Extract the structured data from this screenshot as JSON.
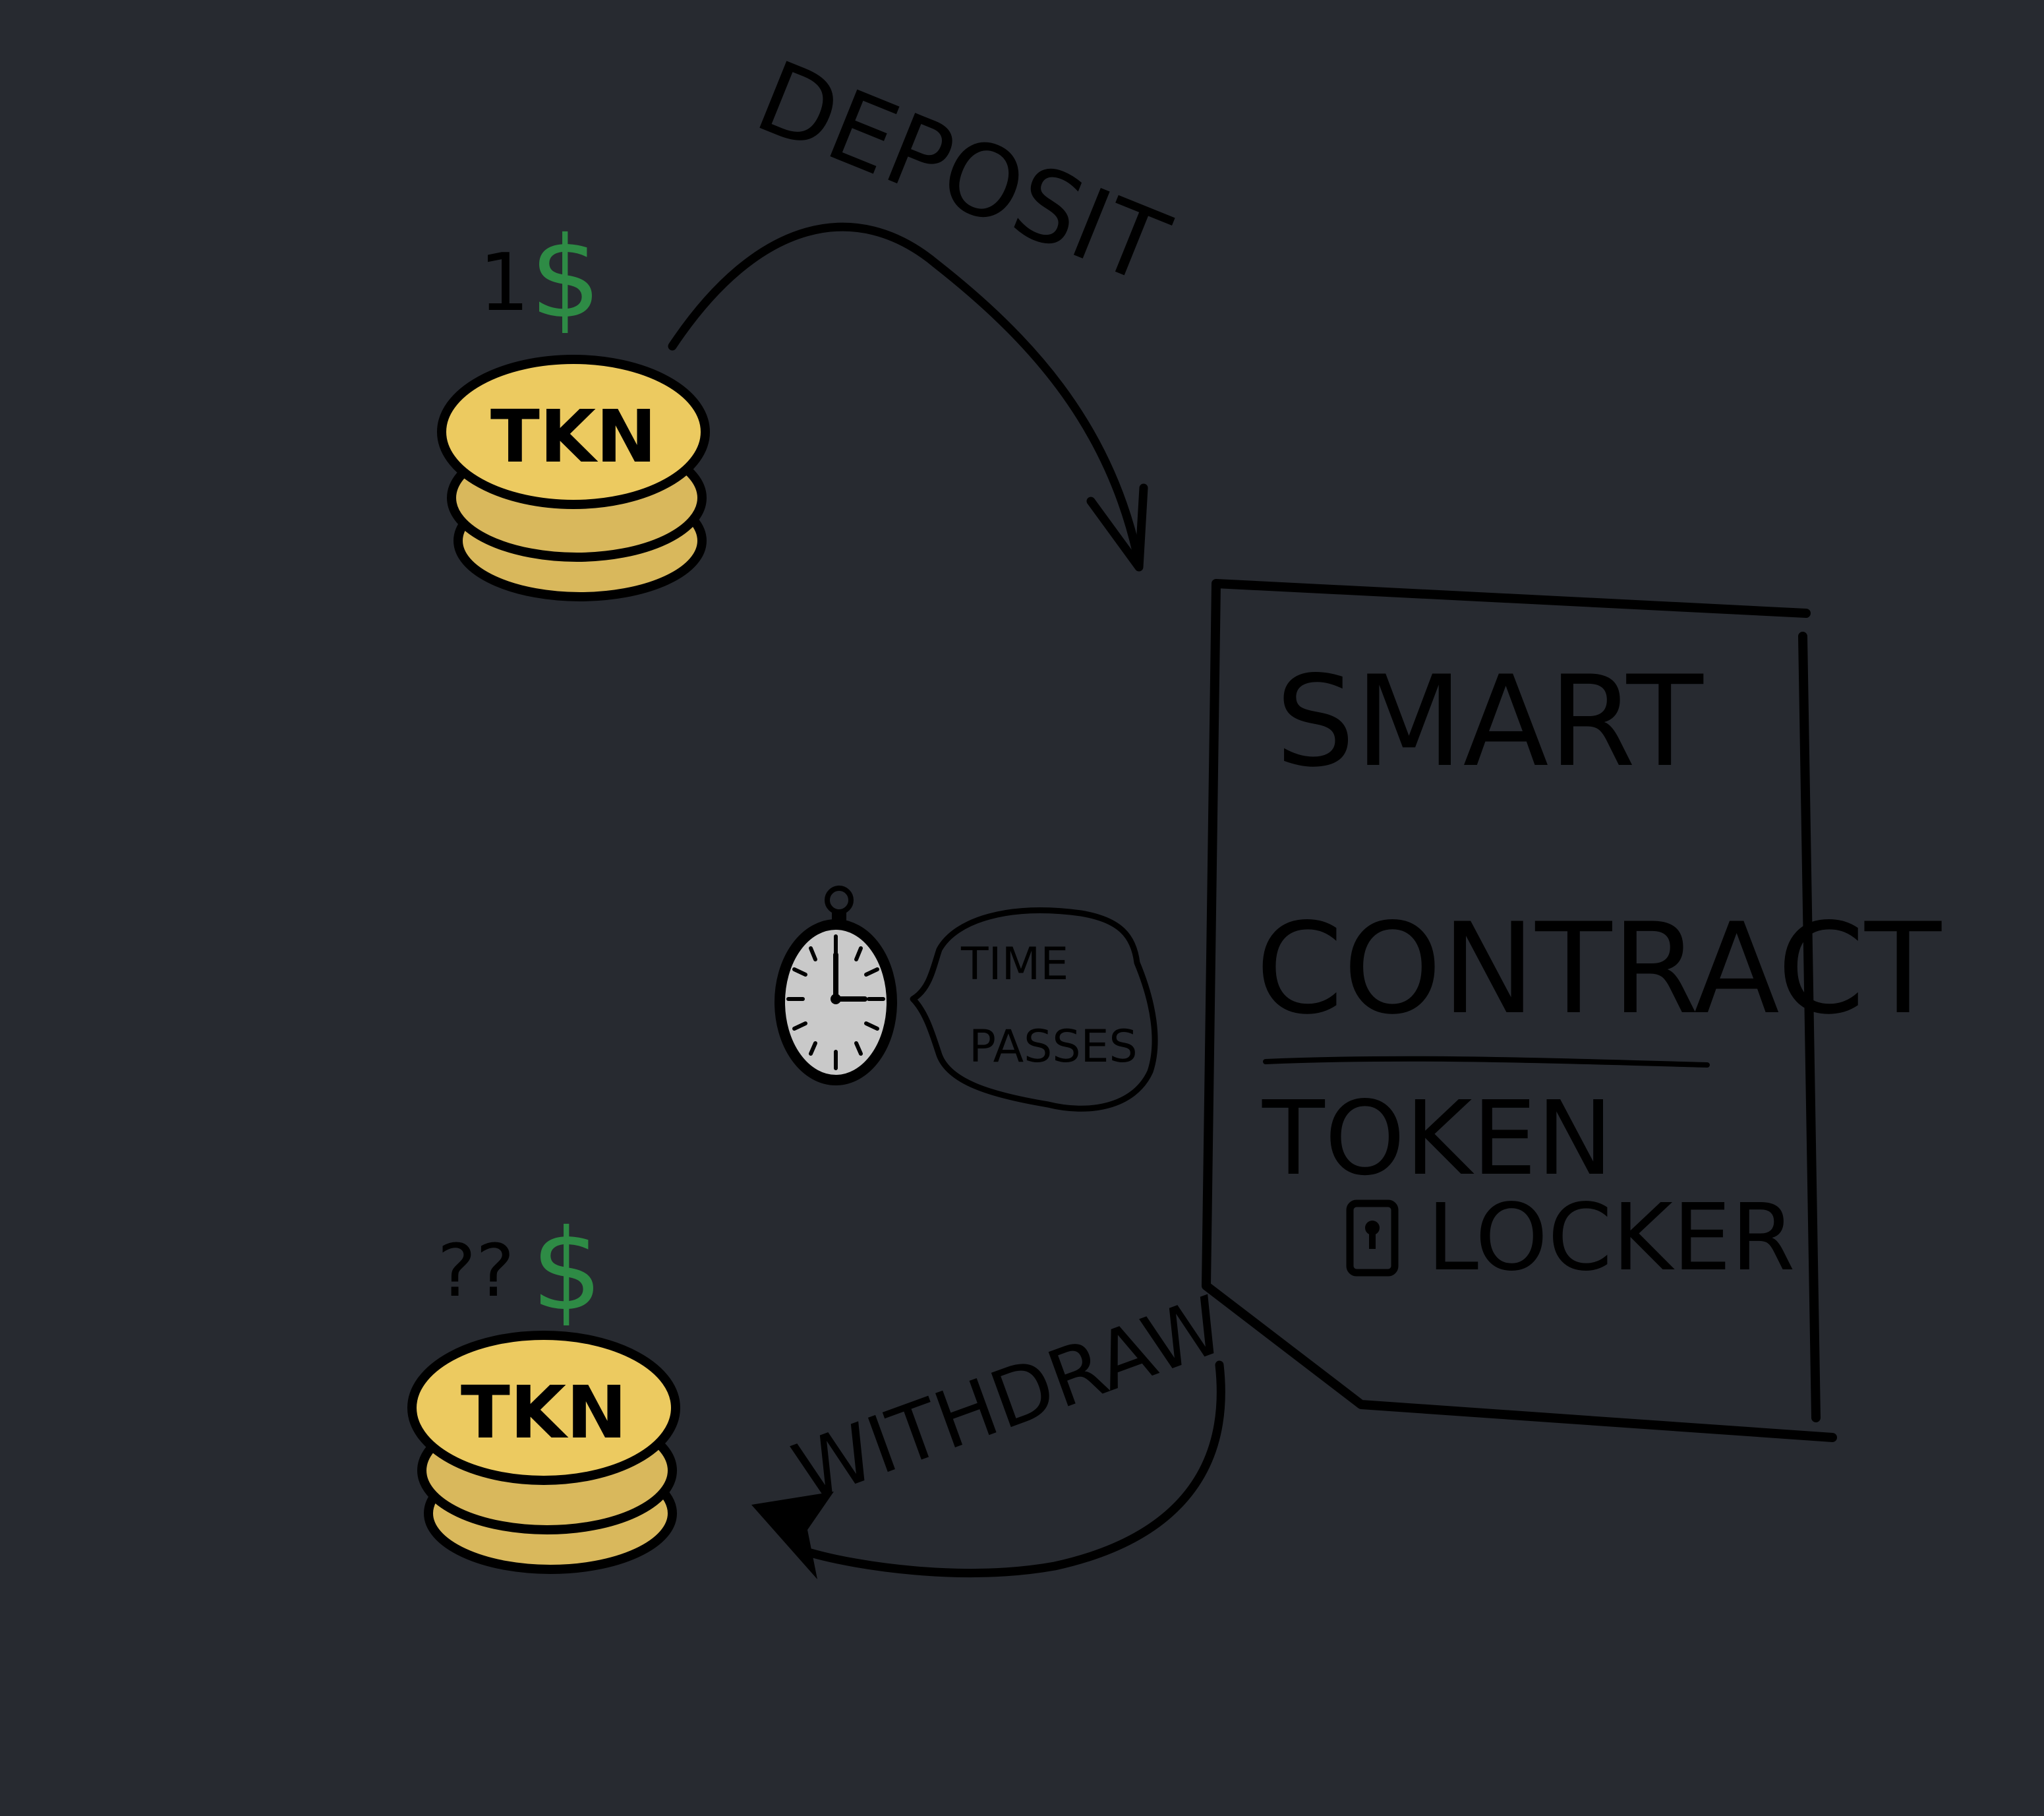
{
  "arrows": {
    "deposit_label": "DEPOSIT",
    "withdraw_label": "WITHDRAW"
  },
  "coins": {
    "top": {
      "label": "TKN",
      "price_amount": "1",
      "price_currency": "$"
    },
    "bottom": {
      "label": "TKN",
      "price_amount": "??",
      "price_currency": "$"
    }
  },
  "clock": {
    "bubble_line1": "TIME",
    "bubble_line2": "PASSES"
  },
  "contract": {
    "title_line1": "SMART",
    "title_line2": "CONTRACT",
    "subtitle_line1": "TOKEN",
    "subtitle_line2": "LOCKER"
  },
  "colors": {
    "background": "#272a30",
    "coin_face": "#ecca60",
    "coin_side": "#d9b85c",
    "dollar_green": "#2e8b45",
    "ink": "#000000",
    "clock_face": "#c9c9c9"
  },
  "icons": [
    "coin-stack-icon",
    "stopwatch-icon",
    "padlock-icon",
    "arrow-icon"
  ]
}
